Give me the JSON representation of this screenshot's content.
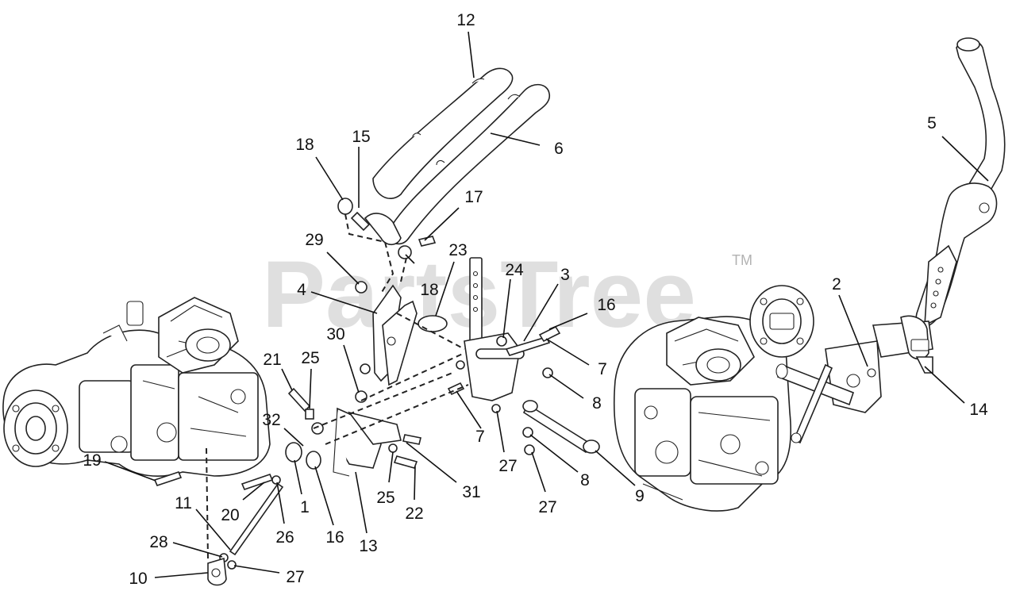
{
  "watermark": {
    "text": "PartsTree",
    "trademark": "TM"
  },
  "callouts": [
    {
      "id": "c12",
      "label": "12"
    },
    {
      "id": "c6",
      "label": "6"
    },
    {
      "id": "c18a",
      "label": "18"
    },
    {
      "id": "c15",
      "label": "15"
    },
    {
      "id": "c17",
      "label": "17"
    },
    {
      "id": "c29",
      "label": "29"
    },
    {
      "id": "c23",
      "label": "23"
    },
    {
      "id": "c24",
      "label": "24"
    },
    {
      "id": "c3",
      "label": "3"
    },
    {
      "id": "c4",
      "label": "4"
    },
    {
      "id": "c18b",
      "label": "18"
    },
    {
      "id": "c16a",
      "label": "16"
    },
    {
      "id": "c30",
      "label": "30"
    },
    {
      "id": "c7a",
      "label": "7"
    },
    {
      "id": "c21",
      "label": "21"
    },
    {
      "id": "c25a",
      "label": "25"
    },
    {
      "id": "c8a",
      "label": "8"
    },
    {
      "id": "c32",
      "label": "32"
    },
    {
      "id": "c7b",
      "label": "7"
    },
    {
      "id": "c19",
      "label": "19"
    },
    {
      "id": "c27a",
      "label": "27"
    },
    {
      "id": "c31",
      "label": "31"
    },
    {
      "id": "c8b",
      "label": "8"
    },
    {
      "id": "c1",
      "label": "1"
    },
    {
      "id": "c25b",
      "label": "25"
    },
    {
      "id": "c11",
      "label": "11"
    },
    {
      "id": "c20",
      "label": "20"
    },
    {
      "id": "c22",
      "label": "22"
    },
    {
      "id": "c27b",
      "label": "27"
    },
    {
      "id": "c9",
      "label": "9"
    },
    {
      "id": "c26",
      "label": "26"
    },
    {
      "id": "c16b",
      "label": "16"
    },
    {
      "id": "c13",
      "label": "13"
    },
    {
      "id": "c28",
      "label": "28"
    },
    {
      "id": "c10",
      "label": "10"
    },
    {
      "id": "c27c",
      "label": "27"
    },
    {
      "id": "c5",
      "label": "5"
    },
    {
      "id": "c2",
      "label": "2"
    },
    {
      "id": "c14",
      "label": "14"
    }
  ]
}
